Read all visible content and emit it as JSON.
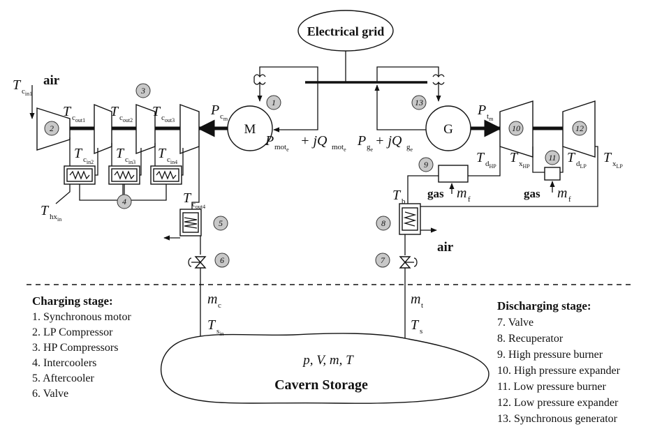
{
  "grid": {
    "label": "Electrical grid"
  },
  "machines": {
    "motor": "M",
    "generator": "G"
  },
  "badges": [
    "1",
    "2",
    "3",
    "4",
    "5",
    "6",
    "7",
    "8",
    "9",
    "10",
    "11",
    "12",
    "13"
  ],
  "air_labels": {
    "inlet": "air",
    "outlet": "air"
  },
  "gas_labels": {
    "burner_hp": "gas",
    "burner_lp": "gas"
  },
  "symbols": {
    "T": "T",
    "P": "P",
    "c": "c",
    "in1": "in1",
    "out1": "out1",
    "in2": "in2",
    "out2": "out2",
    "in3": "in3",
    "out3": "out3",
    "in4": "in4",
    "out4": "out4",
    "hx_in": "hx",
    "m_sub": "m",
    "mot_e": "mot",
    "e": "e",
    "g": "g",
    "t": "t",
    "d": "d",
    "x": "x",
    "HP": "HP",
    "LP": "LP",
    "b": "b",
    "s": "s",
    "plus_jQ": "+ jQ",
    "mdot": "m",
    "f": "f"
  },
  "storage": {
    "state": "p, V, m, T",
    "title": "Cavern Storage"
  },
  "charging": {
    "title": "Charging stage:",
    "items": [
      "1. Synchronous motor",
      "2. LP Compressor",
      "3. HP Compressors",
      "4. Intercoolers",
      "5. Aftercooler",
      "6. Valve"
    ]
  },
  "discharging": {
    "title": "Discharging stage:",
    "items": [
      "7.   Valve",
      "8.   Recuperator",
      "9.   High pressure burner",
      "10. High pressure expander",
      "11. Low pressure burner",
      "12. Low pressure expander",
      "13. Synchronous generator"
    ]
  },
  "colors": {
    "ink": "#111111",
    "badge_fill": "#c8c8c8",
    "background": "#ffffff"
  }
}
